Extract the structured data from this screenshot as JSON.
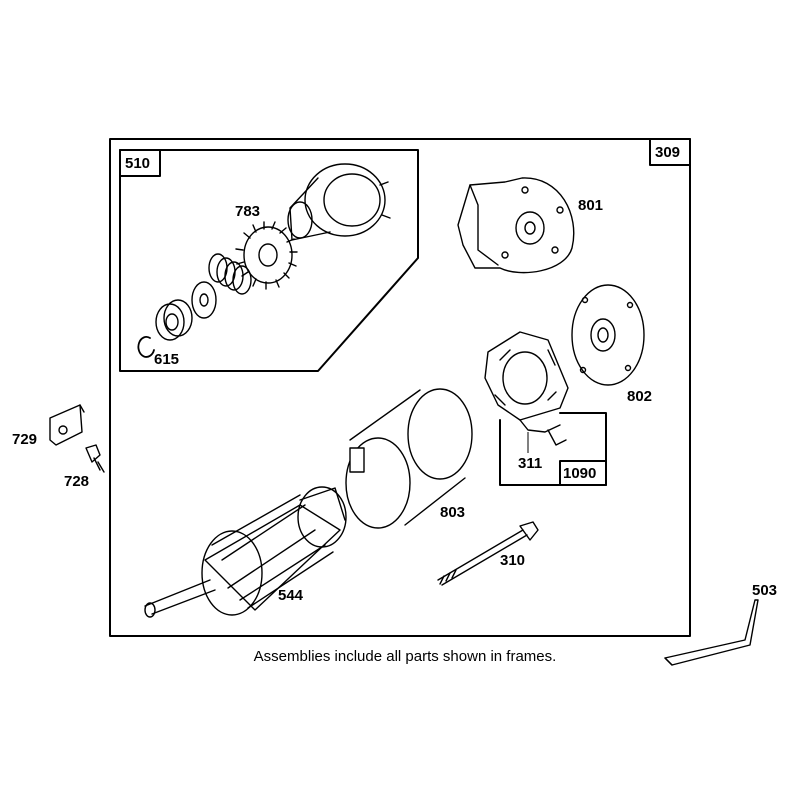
{
  "frames": {
    "main_assembly": "309",
    "drive_assembly": "510",
    "brush_assembly": "1090"
  },
  "parts": {
    "p783": "783",
    "p615": "615",
    "p801": "801",
    "p802": "802",
    "p729": "729",
    "p728": "728",
    "p311": "311",
    "p803": "803",
    "p310": "310",
    "p544": "544",
    "p503": "503"
  },
  "caption": "Assemblies include all parts shown in frames.",
  "colors": {
    "line": "#000000",
    "background": "#ffffff",
    "shade": "#d9d9d9"
  }
}
